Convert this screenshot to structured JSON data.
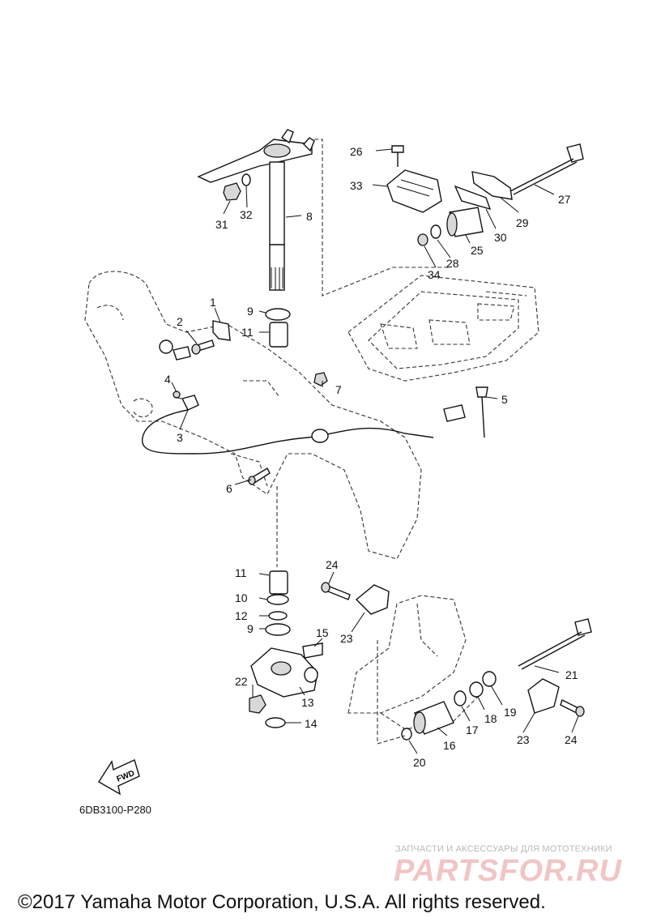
{
  "diagram": {
    "ref_code": "6DB3100-P280",
    "fwd_label": "FWD",
    "callouts": [
      {
        "id": "p1",
        "text": "1"
      },
      {
        "id": "p2",
        "text": "2"
      },
      {
        "id": "p3",
        "text": "3"
      },
      {
        "id": "p4",
        "text": "4"
      },
      {
        "id": "p5",
        "text": "5"
      },
      {
        "id": "p6",
        "text": "6"
      },
      {
        "id": "p7",
        "text": "7"
      },
      {
        "id": "p8",
        "text": "8"
      },
      {
        "id": "p9a",
        "text": "9"
      },
      {
        "id": "p9b",
        "text": "9"
      },
      {
        "id": "p10",
        "text": "10"
      },
      {
        "id": "p11a",
        "text": "11"
      },
      {
        "id": "p11b",
        "text": "11"
      },
      {
        "id": "p12",
        "text": "12"
      },
      {
        "id": "p13",
        "text": "13"
      },
      {
        "id": "p14",
        "text": "14"
      },
      {
        "id": "p15",
        "text": "15"
      },
      {
        "id": "p16",
        "text": "16"
      },
      {
        "id": "p17",
        "text": "17"
      },
      {
        "id": "p18",
        "text": "18"
      },
      {
        "id": "p19",
        "text": "19"
      },
      {
        "id": "p20",
        "text": "20"
      },
      {
        "id": "p21",
        "text": "21"
      },
      {
        "id": "p22",
        "text": "22"
      },
      {
        "id": "p23a",
        "text": "23"
      },
      {
        "id": "p23b",
        "text": "23"
      },
      {
        "id": "p24a",
        "text": "24"
      },
      {
        "id": "p24b",
        "text": "24"
      },
      {
        "id": "p25",
        "text": "25"
      },
      {
        "id": "p26",
        "text": "26"
      },
      {
        "id": "p27",
        "text": "27"
      },
      {
        "id": "p28",
        "text": "28"
      },
      {
        "id": "p29",
        "text": "29"
      },
      {
        "id": "p30",
        "text": "30"
      },
      {
        "id": "p31",
        "text": "31"
      },
      {
        "id": "p32",
        "text": "32"
      },
      {
        "id": "p33",
        "text": "33"
      },
      {
        "id": "p34",
        "text": "34"
      }
    ]
  },
  "watermark": {
    "tagline": "ЗАПЧАСТИ И АКСЕССУАРЫ ДЛЯ МОТОТЕХНИКИ",
    "brand": "PARTSFOR.RU"
  },
  "footer": {
    "copyright": "©2017 Yamaha Motor Corporation, U.S.A. All rights reserved."
  }
}
